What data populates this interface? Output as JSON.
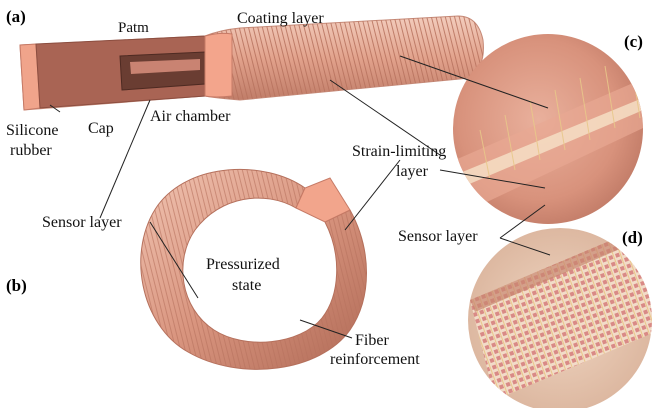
{
  "figure": {
    "panels": {
      "a": "(a)",
      "b": "(b)",
      "c": "(c)",
      "d": "(d)"
    },
    "labels": {
      "patm": "Patm",
      "coating_layer": "Coating layer",
      "silicone_line1": "Silicone",
      "silicone_line2": "rubber",
      "cap": "Cap",
      "air_chamber": "Air chamber",
      "strain_line1": "Strain-limiting",
      "strain_line2": "layer",
      "sensor_layer_left": "Sensor layer",
      "sensor_layer_right": "Sensor layer",
      "pressurized_line1": "Pressurized",
      "pressurized_line2": "state",
      "fiber_line1": "Fiber",
      "fiber_line2": "reinforcement"
    },
    "colors": {
      "skin": "#e0a08c",
      "skin_light": "#f0c2b0",
      "skin_dark": "#b9705c",
      "cut_face": "#f2a58c",
      "cavity": "#6a3d32",
      "leader": "#222222"
    }
  }
}
